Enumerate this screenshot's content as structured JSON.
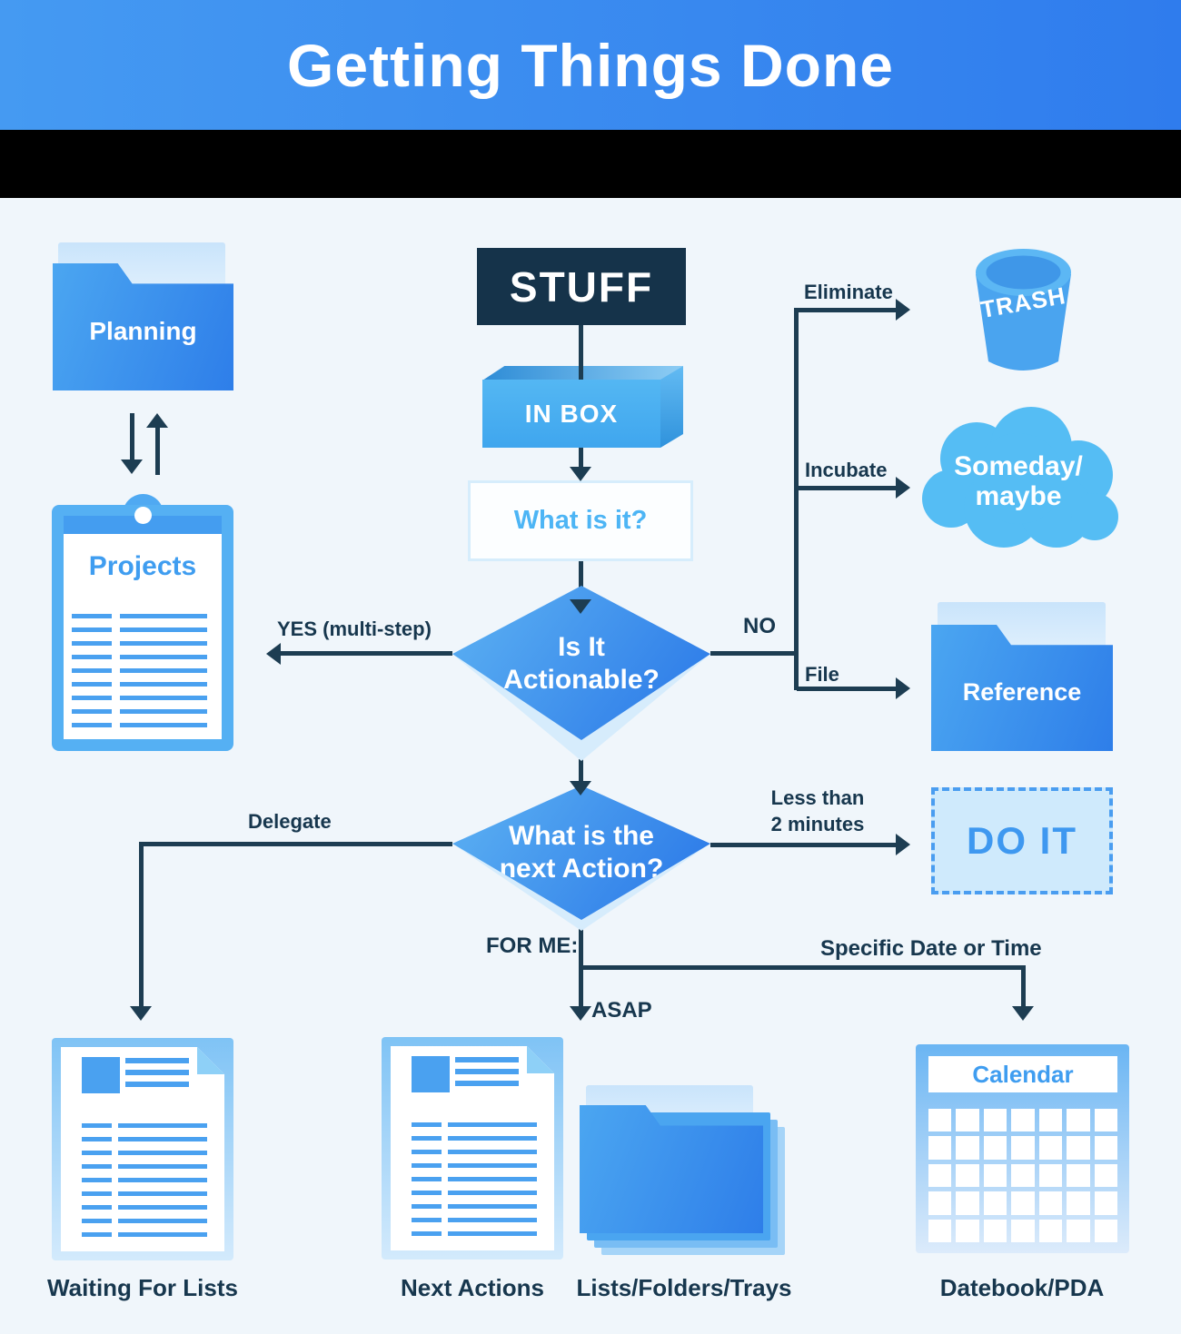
{
  "header": {
    "title": "Getting Things Done"
  },
  "nodes": {
    "stuff": "STUFF",
    "inbox": "IN BOX",
    "what_is_it": "What is it?",
    "actionable_1": "Is It",
    "actionable_2": "Actionable?",
    "next_action_1": "What is the",
    "next_action_2": "next Action?",
    "planning": "Planning",
    "projects": "Projects",
    "trash": "TRASH",
    "someday_1": "Someday/",
    "someday_2": "maybe",
    "reference": "Reference",
    "do_it": "DO IT",
    "calendar": "Calendar"
  },
  "edges": {
    "eliminate": "Eliminate",
    "incubate": "Incubate",
    "file": "File",
    "no": "NO",
    "yes": "YES (multi-step)",
    "delegate": "Delegate",
    "less_than_1": "Less than",
    "less_than_2": "2 minutes",
    "for_me": "FOR ME:",
    "asap": "ASAP",
    "specific": "Specific Date or Time"
  },
  "captions": {
    "waiting": "Waiting For Lists",
    "next_actions": "Next Actions",
    "lists": "Lists/Folders/Trays",
    "datebook": "Datebook/PDA"
  },
  "colors": {
    "navy": "#1d3d52",
    "dark_box": "#15334a",
    "blue": "#3f9df0",
    "light_blue": "#55bdf4",
    "background": "#f0f6fb",
    "header_from": "#459af2",
    "header_to": "#2f7ced"
  }
}
